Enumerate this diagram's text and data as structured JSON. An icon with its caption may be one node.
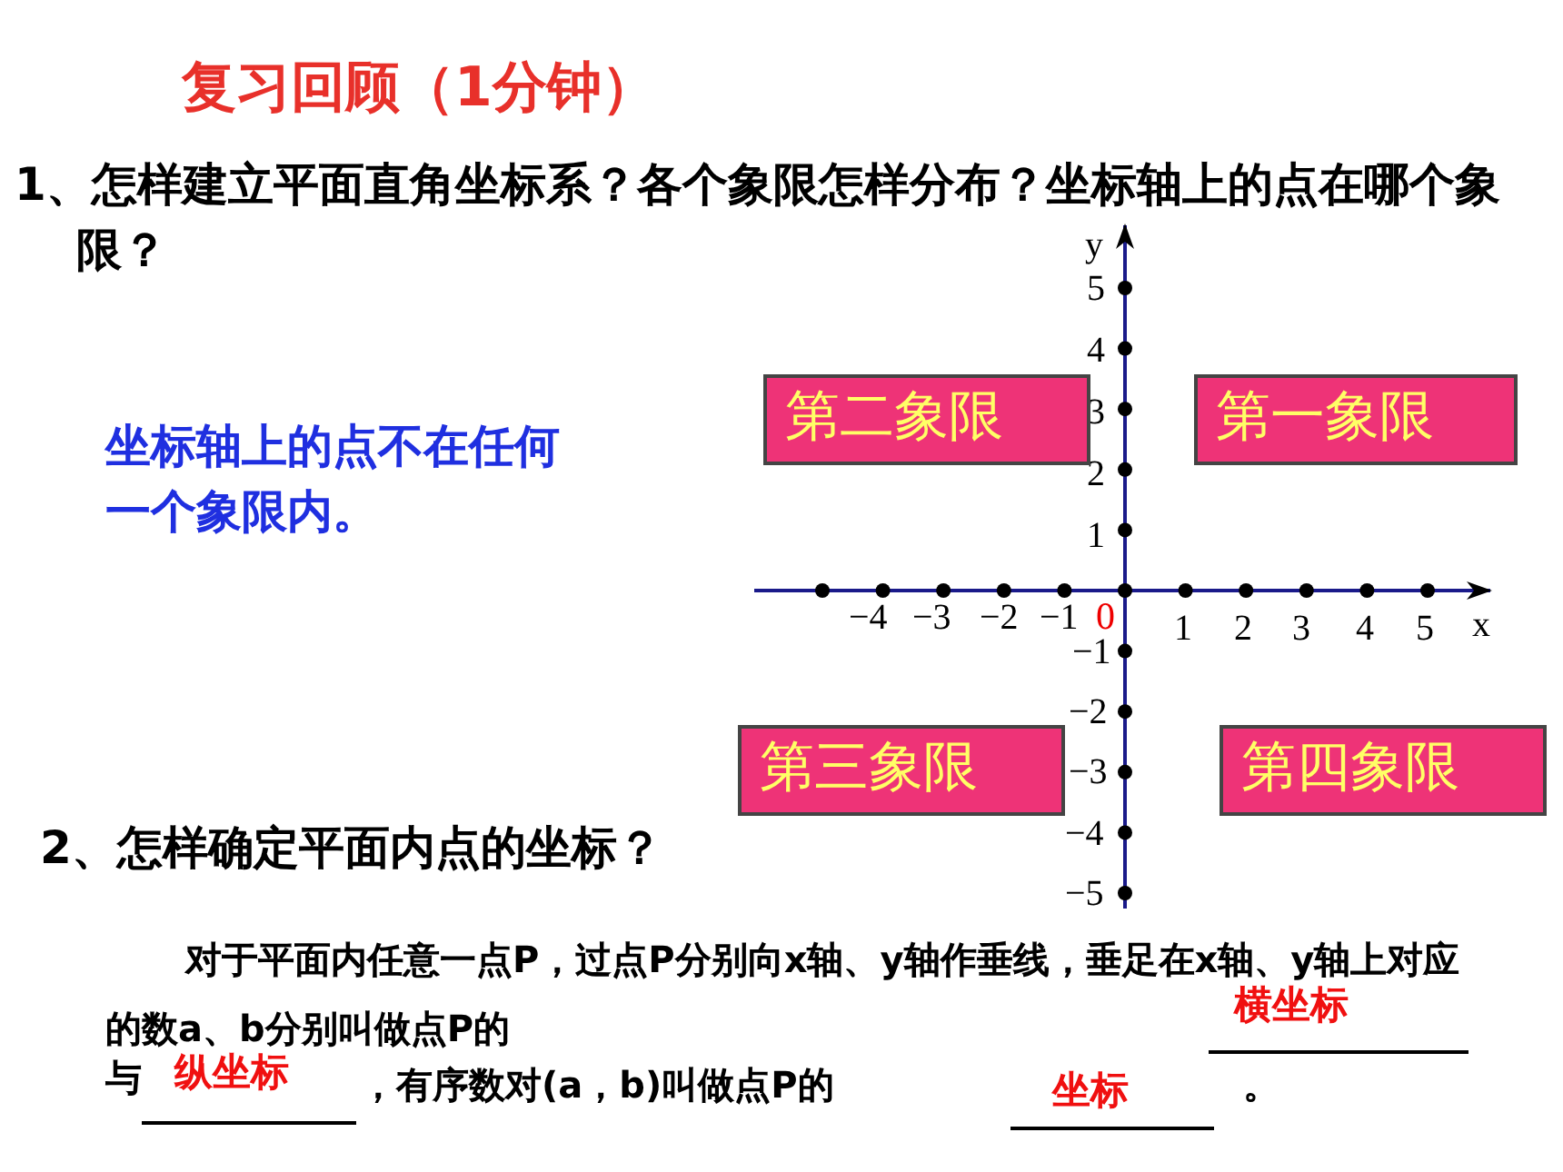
{
  "diagram": {
    "nodes": [
      {
        "text": [
          "第二象限"
        ]
      },
      {
        "text": [
          "第一象限"
        ]
      },
      {
        "text": [
          "第三象限"
        ]
      },
      {
        "text": [
          "第四象限"
        ]
      }
    ],
    "edges": [],
    "labels": [
      "复习回顾（1分钟）",
      "1、怎样建立平面直角坐标系？各个象限怎样分布？坐标轴上的点在哪个象限？",
      "y",
      "5",
      "4",
      "3",
      "2",
      "1",
      "坐标轴上的点不在任何一个象限内。",
      "−4",
      "−3",
      "−2",
      "−1",
      "0",
      "1",
      "2",
      "3",
      "4",
      "5",
      "x",
      "−1",
      "−2",
      "−3",
      "−4",
      "−5",
      "2、怎样确定平面内点的坐标？",
      "对于平面内任意一点P，过点**P**分别向x轴、y轴作垂线，垂足在x轴、y轴上对应的数**a、b**分别叫做点P的",
      "横坐标",
      "与",
      "纵坐标",
      "，有序数对(a，b)叫做点P的",
      "坐标",
      "。"
    ]
  }
}
